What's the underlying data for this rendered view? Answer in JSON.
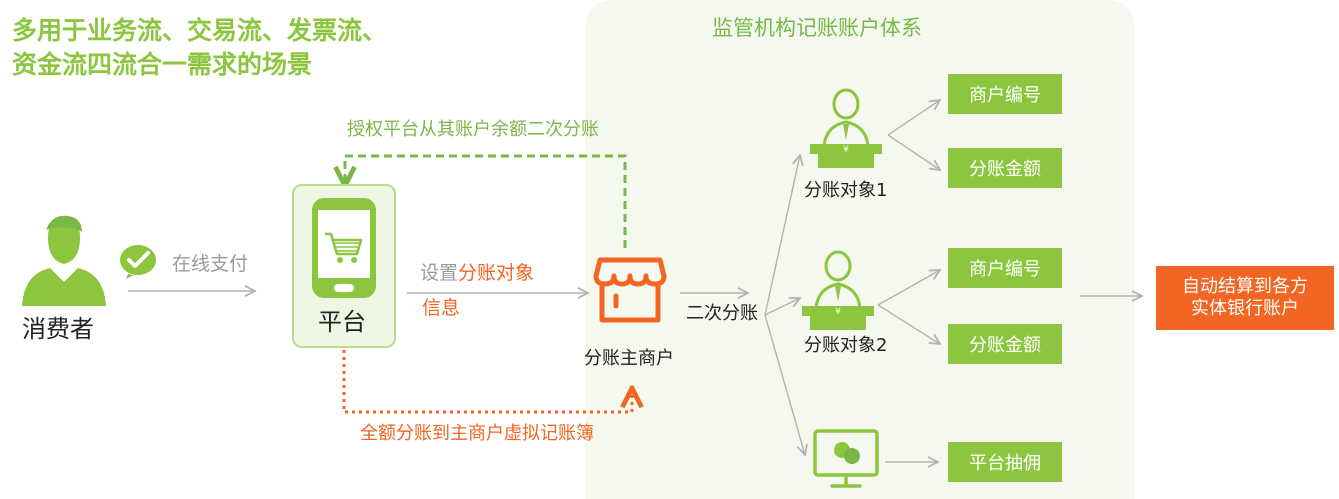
{
  "headline": {
    "line1": "多用于业务流、交易流、发票流、",
    "line2": "资金流四流合一需求的场景"
  },
  "panel_title": "监管机构记账账户体系",
  "consumer": {
    "label": "消费者"
  },
  "online_pay": {
    "label": "在线支付"
  },
  "platform": {
    "label": "平台"
  },
  "authorize": {
    "label": "授权平台从其账户余额二次分账"
  },
  "set_info": {
    "prefix": "设置",
    "highlight": "分账对象",
    "suffix": "信息"
  },
  "main_merchant": {
    "label": "分账主商户"
  },
  "secondary_split": {
    "label": "二次分账"
  },
  "full_split": {
    "label": "全额分账到主商户虚拟记账簿"
  },
  "targets": [
    {
      "label": "分账对象1",
      "boxes": [
        "商户编号",
        "分账金额"
      ]
    },
    {
      "label": "分账对象2",
      "boxes": [
        "商户编号",
        "分账金额"
      ]
    }
  ],
  "yen": "¥",
  "commission": {
    "label": "平台抽佣"
  },
  "settlement": {
    "line1": "自动结算到各方",
    "line2": "实体银行账户"
  },
  "colors": {
    "green": "#8cc63f",
    "orange": "#f26522",
    "gray": "#b3b3b3",
    "panel": "#f4f8ee"
  }
}
